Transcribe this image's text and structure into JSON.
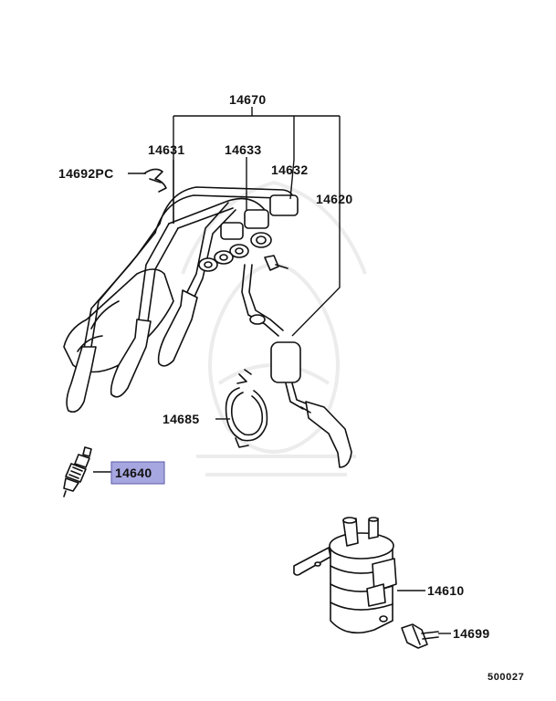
{
  "labels": {
    "p14670": "14670",
    "p14631": "14631",
    "p14633": "14633",
    "p14632": "14632",
    "p14620": "14620",
    "p14692pc": "14692PC",
    "p14685": "14685",
    "p14640": "14640",
    "p14610": "14610",
    "p14699": "14699"
  },
  "highlighted_part": "14640",
  "diagram_code": "500027",
  "colors": {
    "highlight_fill": "#a6a6e0",
    "line": "#111111",
    "watermark": "#ececec"
  }
}
